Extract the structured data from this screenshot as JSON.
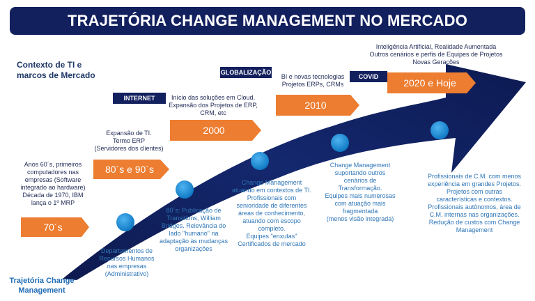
{
  "title": "TRAJETÓRIA CHANGE MANAGEMENT NO MERCADO",
  "side_labels": {
    "context": [
      "Contexto de TI e",
      "marcos de Mercado"
    ],
    "trajectory": [
      "Trajetória  Change",
      "Management"
    ]
  },
  "tags": {
    "internet": "INTERNET",
    "globalizacao": "GLOBALIZAÇÃO",
    "covid": "COVID"
  },
  "steps": [
    "70´s",
    "80´s e 90´s",
    "2000",
    "2010",
    "2020 e Hoje"
  ],
  "top_texts": {
    "t70": [
      "Anos 60´s, primeiros",
      "computadores nas",
      "empresas (Software",
      "integrado ao hardware)",
      "Década de 1970, IBM",
      "lança o 1º MRP"
    ],
    "t80": [
      "Expansão de TI.",
      "Termo ERP",
      "(Servidores dos clientes)"
    ],
    "t2000": [
      "Início das soluções em Cloud.",
      "Expansão dos Projetos de ERP,",
      "CRM, etc"
    ],
    "t2010": [
      "BI e novas tecnologias",
      "Projetos ERPs, CRMs"
    ],
    "t2020": [
      "Inteligência Artificial, Realidade Aumentada",
      "Outros cenários e perfis de Equipes de Projetos",
      "Novas Gerações"
    ]
  },
  "bottom_texts": {
    "b1": [
      "Departamentos de",
      "Recursos Humanos",
      "nas empresas",
      "(Administrativo)"
    ],
    "b2": [
      "80´s: Publicação de",
      "Transitions, William",
      "Bridges. Relevância do",
      "lado \"humano\" na",
      "adaptação às mudanças",
      "organizações"
    ],
    "b3": [
      "Change Management",
      "atuando em contextos de TI.",
      "Profissionais com",
      "senioridade de diferentes",
      "áreas de conhecimento,",
      "atuando com escopo",
      "completo.",
      "Equipes \"enxutas\"",
      "Certificados de mercado"
    ],
    "b4": [
      "Change Management",
      "suportando outros",
      "cenários de",
      "Transformação.",
      "Equipes mais numerosas",
      "com atuação mais",
      "fragmentada",
      "(menos visão integrada)"
    ],
    "b5": [
      "Profissionais de C.M. com menos",
      "experiência em grandes Projetos.",
      "Projetos com outras",
      "características e contextos.",
      "Profissionais autônomos, área de",
      "C.M. internas nas organizações.",
      "Redução de custos com Change",
      "Management"
    ]
  },
  "colors": {
    "navy": "#13205e",
    "orange": "#ed7d31",
    "dot": "#1f8fd6",
    "blue_text": "#2e75b6"
  }
}
